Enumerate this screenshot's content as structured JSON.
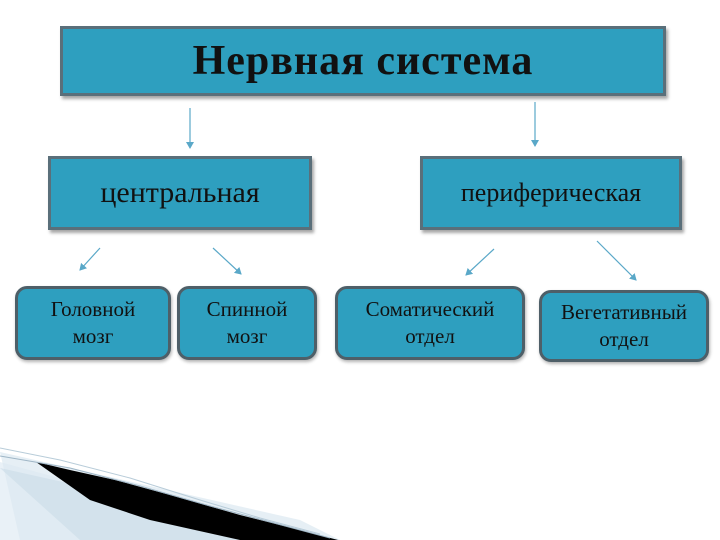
{
  "diagram": {
    "title": "Нервная система",
    "central": "центральная",
    "peripheral": "периферическая",
    "brain": [
      "Головной",
      "мозг"
    ],
    "spinal": [
      "Спинной",
      "мозг"
    ],
    "somatic": [
      "Соматический",
      "отдел"
    ],
    "vegetative": [
      "Вегетативный",
      "отдел"
    ]
  },
  "colors": {
    "box_fill": "#2e9fbf",
    "box_border": "#5a6f7a",
    "arrow": "#5aa8c8"
  }
}
